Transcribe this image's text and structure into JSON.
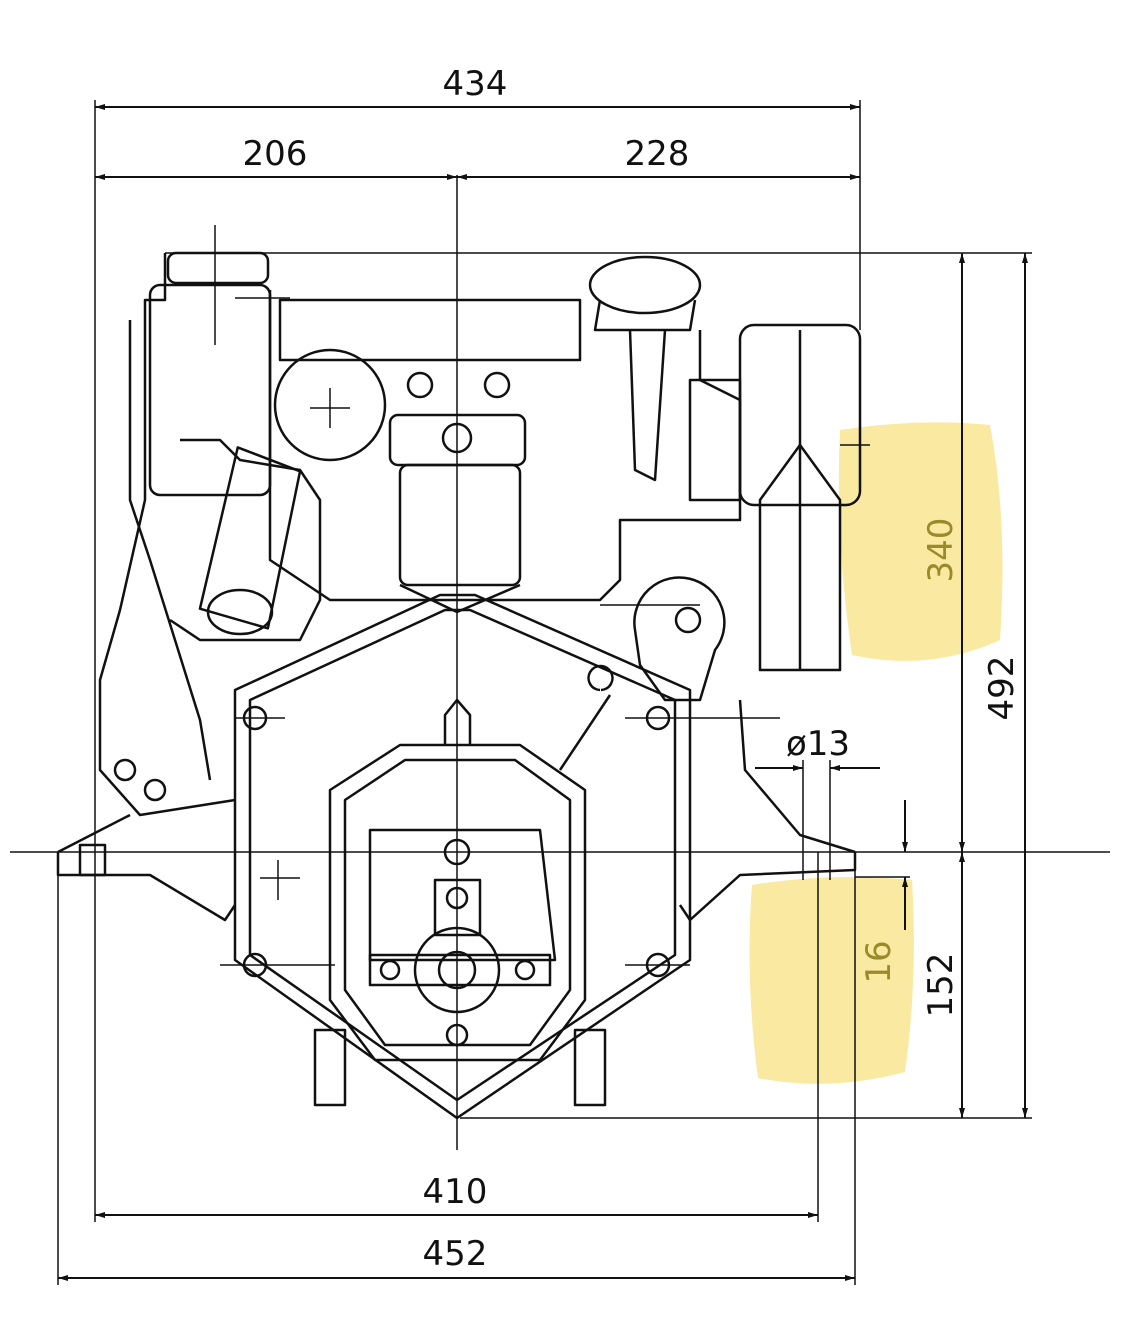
{
  "dimensions": {
    "overall_width_top": "434",
    "left_to_center": "206",
    "center_to_right": "228",
    "height_above_mount": "340",
    "overall_height": "492",
    "mount_hole_diameter": "ø13",
    "mount_thickness": "16",
    "height_below_mount": "152",
    "mount_hole_spacing": "410",
    "overall_mount_width": "452"
  },
  "colors": {
    "highlight": "#f5e27a",
    "line": "#111111"
  }
}
